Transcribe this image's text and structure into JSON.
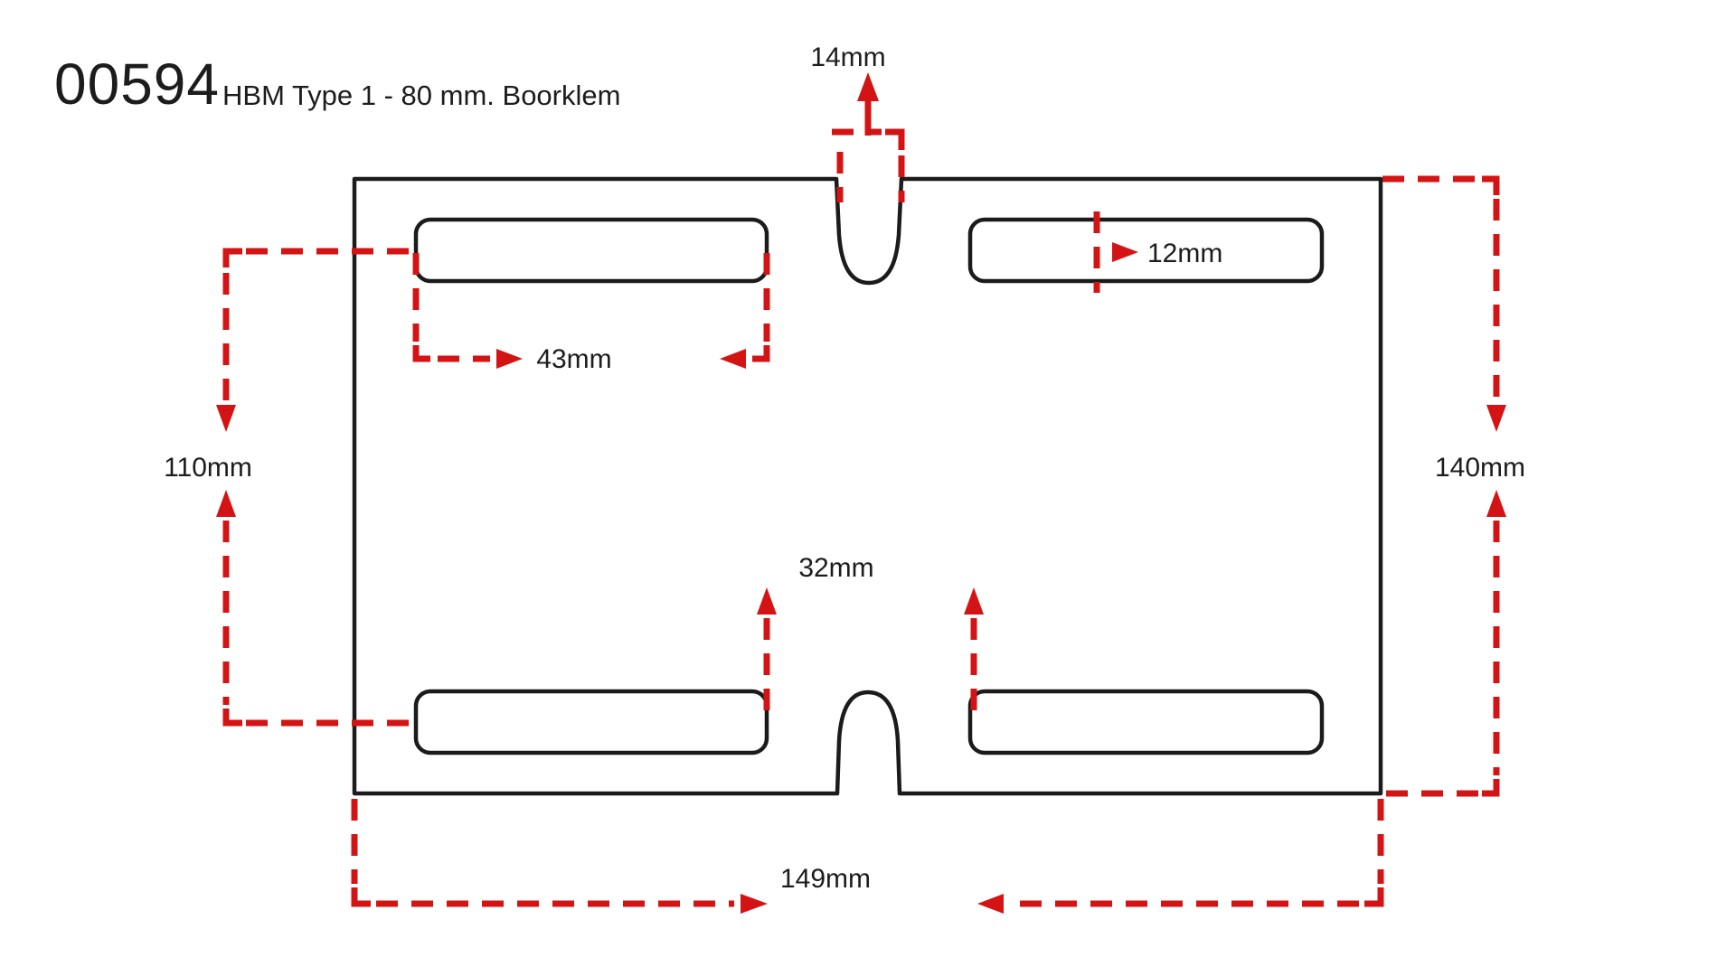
{
  "header": {
    "part_number": "00594",
    "part_title": "HBM Type 1 - 80 mm. Boorklem"
  },
  "drawing": {
    "labels": {
      "notch_width": "14mm",
      "slot_height": "12mm",
      "slot_length": "43mm",
      "slot_spacing": "110mm",
      "plate_height": "140mm",
      "slot_gap": "32mm",
      "plate_width": "149mm"
    }
  },
  "colors": {
    "dimension_red": "#d41414",
    "line_black": "#1b1b1b",
    "background": "#ffffff"
  }
}
